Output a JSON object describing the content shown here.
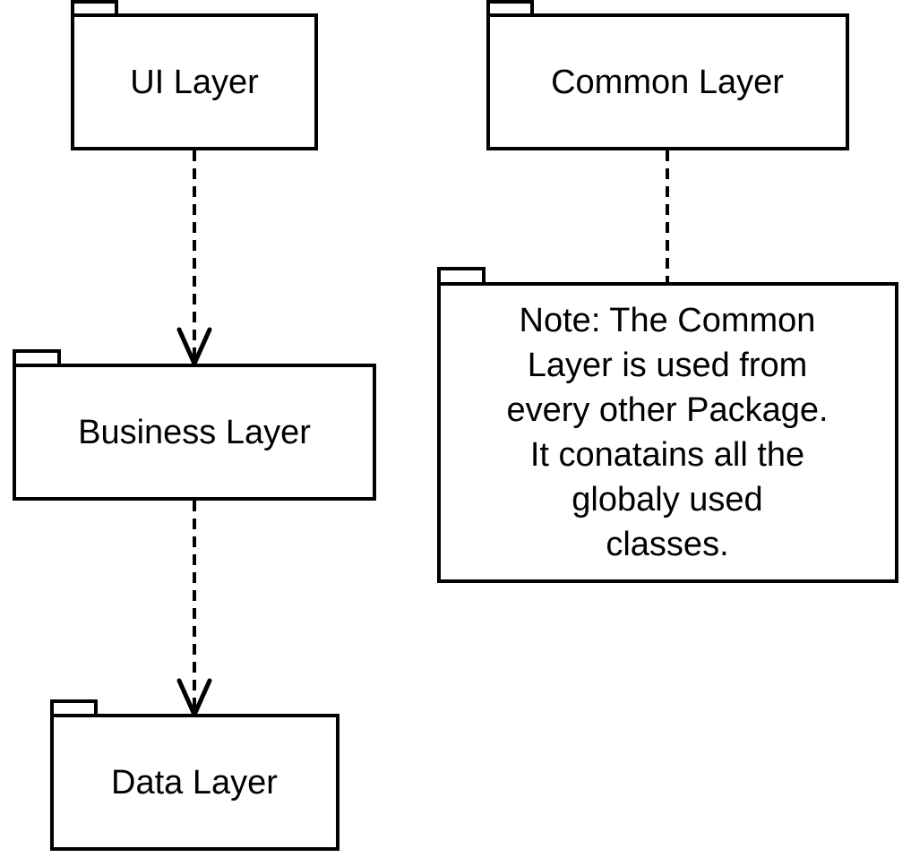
{
  "diagram": {
    "packages": {
      "ui": {
        "label": "UI Layer"
      },
      "common": {
        "label": "Common Layer"
      },
      "business": {
        "label": "Business Layer"
      },
      "data": {
        "label": "Data Layer"
      },
      "note": {
        "lines": [
          "Note: The Common",
          "Layer is used from",
          "every other Package.",
          "It conatains all the",
          "globaly used",
          "classes."
        ]
      }
    },
    "connections": [
      {
        "from": "UI Layer",
        "to": "Business Layer",
        "style": "dashed-arrow"
      },
      {
        "from": "Business Layer",
        "to": "Data Layer",
        "style": "dashed-arrow"
      },
      {
        "from": "Common Layer",
        "to": "note",
        "style": "dashed-line"
      }
    ],
    "colors": {
      "stroke": "#000000",
      "fill": "#ffffff"
    }
  }
}
